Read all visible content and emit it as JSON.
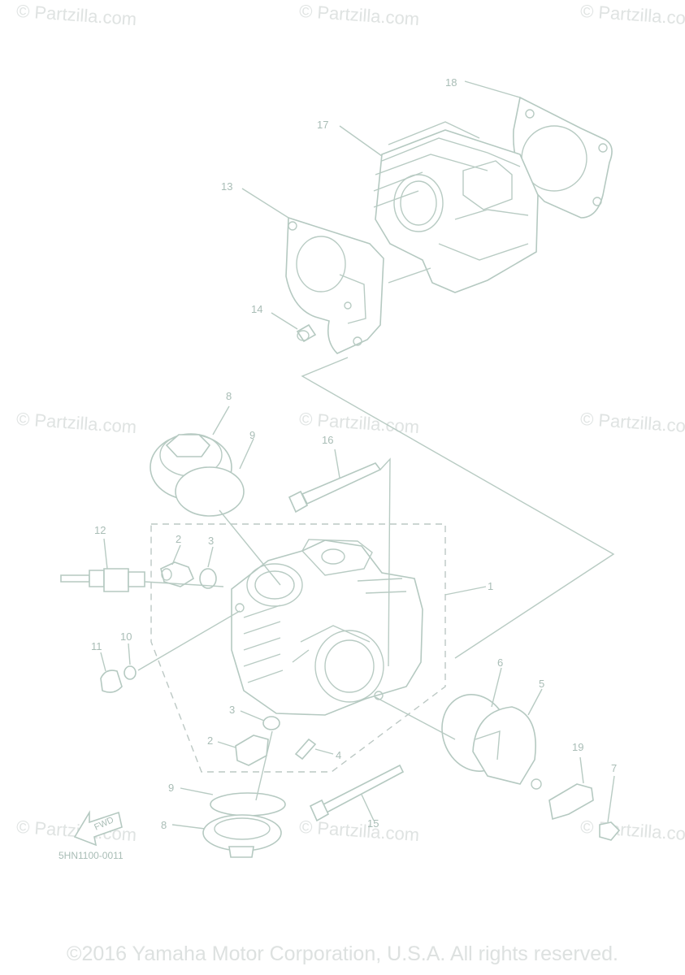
{
  "watermark": "© Partzilla.com",
  "diagram_code": "5HN1100-0011",
  "fwd_label": "FWD",
  "copyright": "©2016 Yamaha Motor Corporation, U.S.A. All rights reserved.",
  "callouts": {
    "c1": "1",
    "c2a": "2",
    "c2b": "2",
    "c3a": "3",
    "c3b": "3",
    "c4": "4",
    "c5": "5",
    "c6": "6",
    "c7": "7",
    "c8a": "8",
    "c8b": "8",
    "c9a": "9",
    "c9b": "9",
    "c10": "10",
    "c11": "11",
    "c12": "12",
    "c13": "13",
    "c14": "14",
    "c15": "15",
    "c16": "16",
    "c17": "17",
    "c18": "18",
    "c19": "19"
  },
  "colors": {
    "line": "#b8cbc3",
    "watermark": "#dfe3e2"
  }
}
